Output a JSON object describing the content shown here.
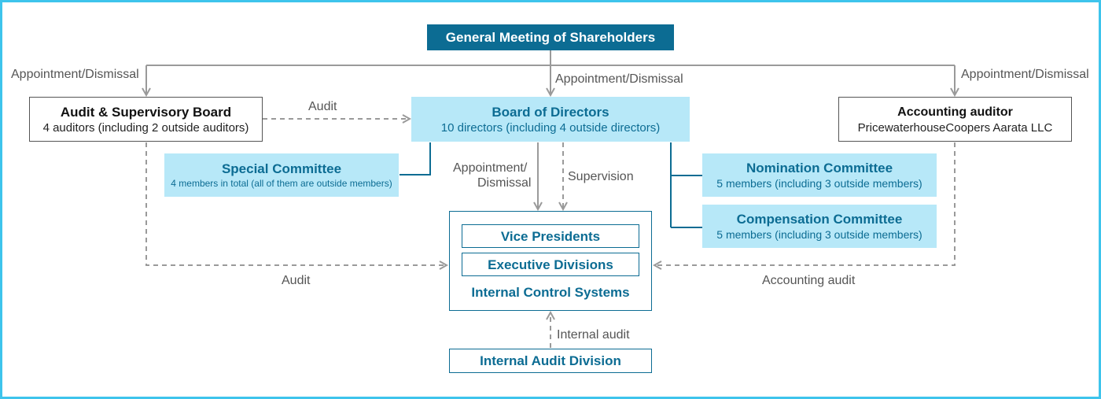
{
  "boxes": {
    "general_meeting": {
      "title": "General Meeting of Shareholders"
    },
    "audit_board": {
      "title": "Audit & Supervisory Board",
      "sub": "4 auditors (including 2 outside auditors)"
    },
    "board_of_directors": {
      "title": "Board of Directors",
      "sub": "10 directors (including 4 outside directors)"
    },
    "accounting_auditor": {
      "title": "Accounting auditor",
      "sub": "PricewaterhouseCoopers Aarata LLC"
    },
    "special_committee": {
      "title": "Special Committee",
      "sub": "4 members in total (all of them are outside members)"
    },
    "nomination_committee": {
      "title": "Nomination Committee",
      "sub": "5 members (including 3 outside members)"
    },
    "compensation_committee": {
      "title": "Compensation Committee",
      "sub": "5 members (including 3 outside members)"
    },
    "vice_presidents": {
      "title": "Vice Presidents"
    },
    "executive_divisions": {
      "title": "Executive Divisions"
    },
    "internal_control": {
      "title": "Internal Control Systems"
    },
    "internal_audit_division": {
      "title": "Internal Audit Division"
    }
  },
  "labels": {
    "appointment_left": "Appointment/Dismissal",
    "appointment_center": "Appointment/Dismissal",
    "appointment_right": "Appointment/Dismissal",
    "audit_top": "Audit",
    "appointment_lower_1": "Appointment/",
    "appointment_lower_2": "Dismissal",
    "supervision": "Supervision",
    "audit_bottom": "Audit",
    "accounting_audit": "Accounting audit",
    "internal_audit": "Internal audit"
  },
  "colors": {
    "frame": "#3ec4ec",
    "dark_blue": "#0c6c93",
    "light_blue": "#b7e8f8",
    "grey_line": "#9a9a9a",
    "grey_border": "#555555"
  }
}
